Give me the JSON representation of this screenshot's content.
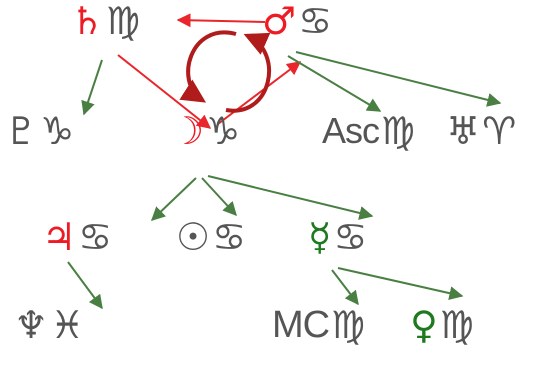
{
  "colors": {
    "red": "#ee1b24",
    "green": "#1f7a1f",
    "gray": "#555555",
    "arrow_red": "#e8262b",
    "arrow_green": "#4a7f43",
    "cycle": "#b01b1b"
  },
  "nodes": {
    "saturn": {
      "planet": "♄",
      "sign": "♍︎",
      "planet_color": "red"
    },
    "mars": {
      "planet": "♂",
      "sign": "♋︎",
      "planet_color": "red"
    },
    "pluto": {
      "planet": "♇",
      "sign": "♑︎",
      "planet_color": "gray"
    },
    "moon": {
      "planet": "☽",
      "sign": "♑︎",
      "planet_color": "red"
    },
    "asc": {
      "point": "Asc",
      "sign": "♍︎"
    },
    "uranus": {
      "planet": "♅",
      "sign": "♈︎",
      "planet_color": "gray"
    },
    "jupiter": {
      "planet": "♃",
      "sign": "♋︎",
      "planet_color": "red"
    },
    "sun": {
      "planet": "☉",
      "sign": "♋︎",
      "planet_color": "gray"
    },
    "mercury": {
      "planet": "☿",
      "sign": "♋︎",
      "planet_color": "green"
    },
    "neptune": {
      "planet": "♆",
      "sign": "♓︎",
      "planet_color": "gray"
    },
    "mc": {
      "point": "MC",
      "sign": "♍︎"
    },
    "venus": {
      "planet": "♀",
      "sign": "♍︎",
      "planet_color": "green"
    }
  }
}
